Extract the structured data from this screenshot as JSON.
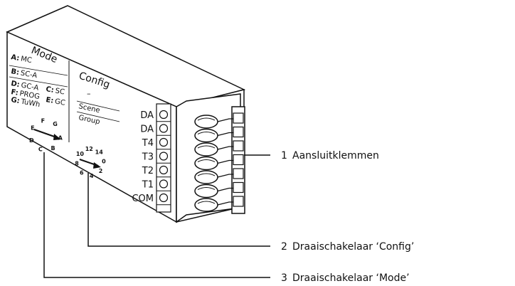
{
  "device": {
    "mode_panel": {
      "title": "Mode",
      "lines": [
        {
          "key": "A:",
          "text": "MC"
        },
        {
          "key": "B:",
          "text": "SC-A"
        },
        {
          "key": "D:",
          "text": "GC-A"
        },
        {
          "key": "C:",
          "text": "SC"
        },
        {
          "key": "F:",
          "text": "PROG"
        },
        {
          "key": "E:",
          "text": "GC"
        },
        {
          "key": "G:",
          "text": "TuWh"
        }
      ],
      "dial_labels": [
        "A",
        "B",
        "C",
        "D",
        "E",
        "F",
        "G"
      ]
    },
    "config_panel": {
      "title": "Config",
      "dash": "–",
      "scene": "Scene",
      "group": "Group",
      "dial_labels": [
        "10",
        "12",
        "14",
        "0",
        "2",
        "4",
        "6",
        "8"
      ]
    },
    "terminal_labels": [
      "DA",
      "DA",
      "T4",
      "T3",
      "T2",
      "T1",
      "COM"
    ]
  },
  "callouts": [
    {
      "number": "1",
      "text": "Aansluitklemmen"
    },
    {
      "number": "2",
      "text": "Draaischakelaar ‘Config’"
    },
    {
      "number": "3",
      "text": "Draaischakelaar ‘Mode’"
    }
  ]
}
